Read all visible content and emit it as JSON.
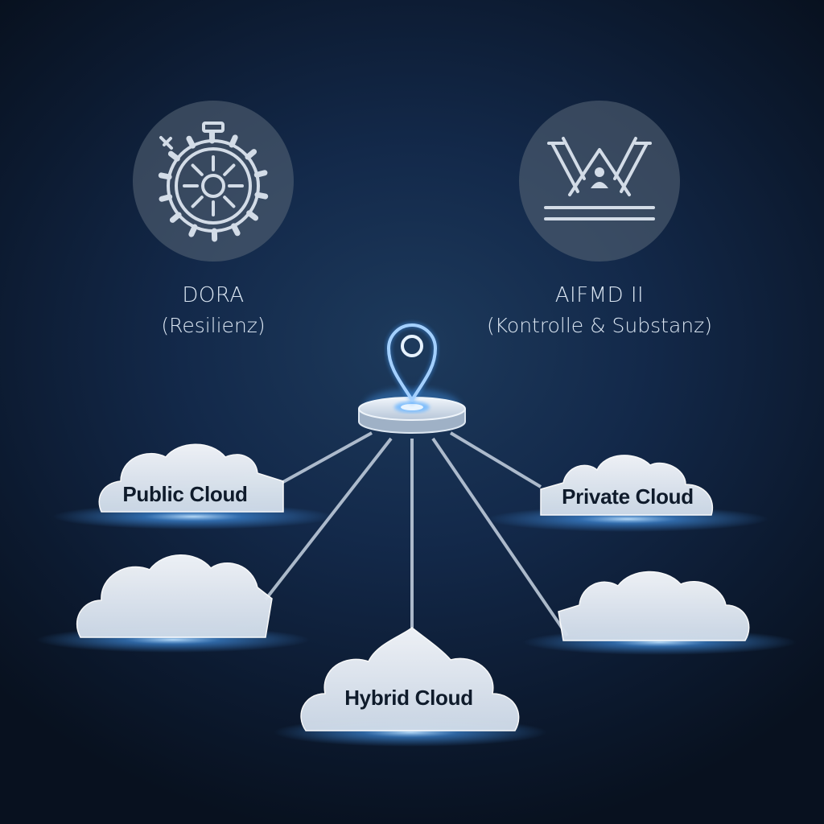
{
  "regulations": {
    "dora": {
      "title": "DORA",
      "subtitle": "(Resilienz)",
      "icon": "stopwatch-gear-icon"
    },
    "aifmd": {
      "title": "AIFMD II",
      "subtitle": "(Kontrolle & Substanz)",
      "icon": "warning-structure-icon"
    }
  },
  "hub": {
    "icon": "location-pin-icon"
  },
  "clouds": {
    "public": {
      "label": "Public Cloud"
    },
    "private": {
      "label": "Private Cloud"
    },
    "hybrid": {
      "label": "Hybrid Cloud"
    },
    "left_unlabeled": {
      "label": ""
    },
    "right_unlabeled": {
      "label": ""
    }
  },
  "colors": {
    "background": "#10223d",
    "accent_glow": "#4aa3ff",
    "cloud_fill": "#e6edf6",
    "icon_stroke": "#cfd8e3",
    "text_light": "#dbe6f2",
    "text_dark": "#0f1b2b"
  }
}
